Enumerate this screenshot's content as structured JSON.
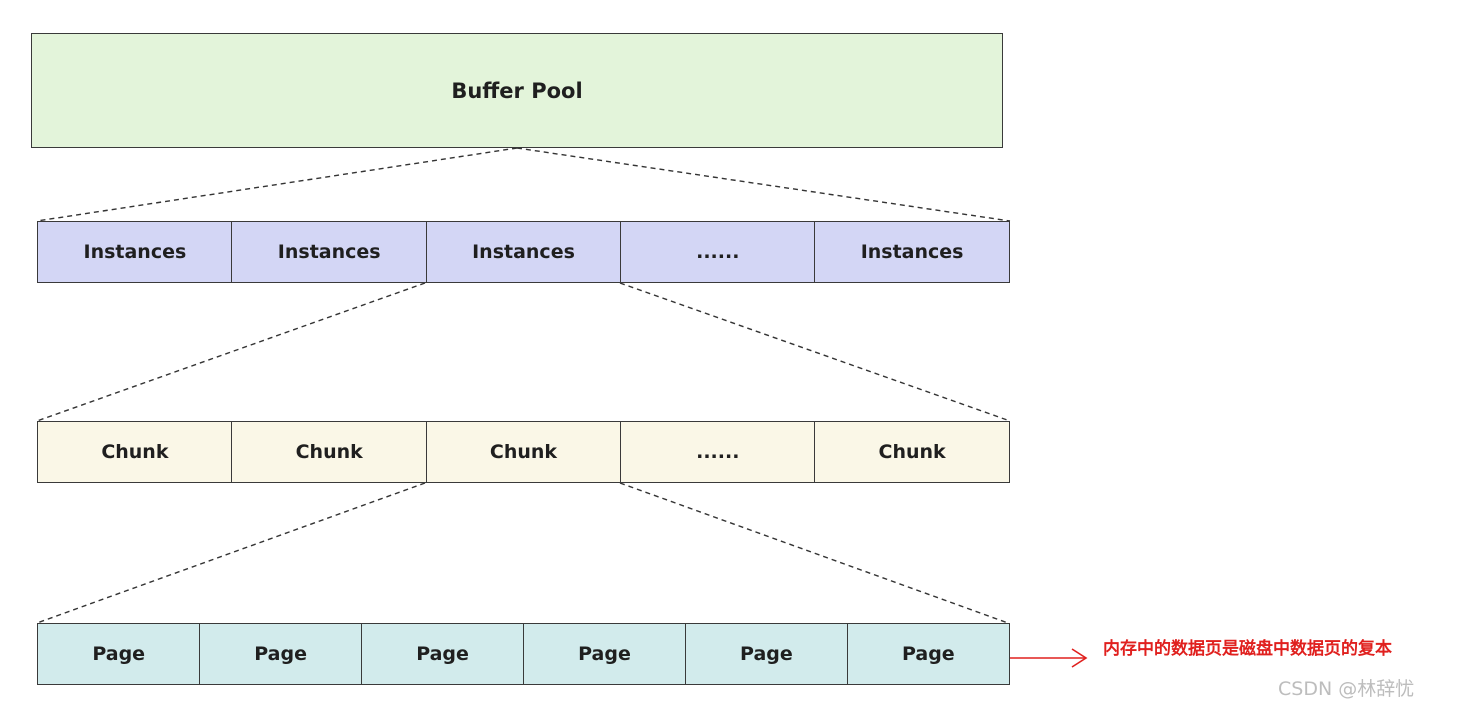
{
  "buffer_pool": {
    "label": "Buffer Pool"
  },
  "instances": [
    "Instances",
    "Instances",
    "Instances",
    "......",
    "Instances"
  ],
  "chunks": [
    "Chunk",
    "Chunk",
    "Chunk",
    "......",
    "Chunk"
  ],
  "pages": [
    "Page",
    "Page",
    "Page",
    "Page",
    "Page",
    "Page"
  ],
  "annotation": {
    "text": "内存中的数据页是磁盘中数据页的复本",
    "color": "#e0201e"
  },
  "watermark": {
    "text": "CSDN @林辞忧"
  },
  "colors": {
    "buffer_pool": "#e3f4da",
    "instances": "#d3d6f5",
    "chunks": "#faf7e7",
    "pages": "#d2ebec"
  }
}
